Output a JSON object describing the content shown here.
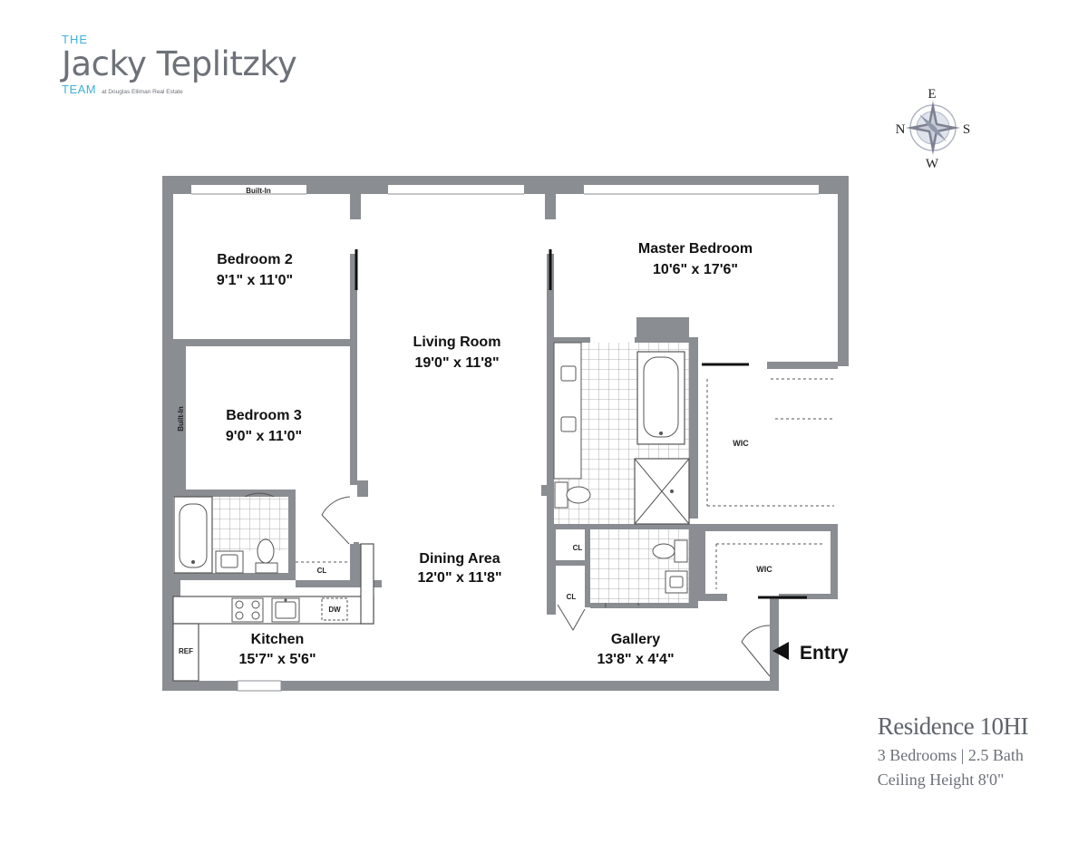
{
  "branding": {
    "the": "THE",
    "name": "Jacky Teplitzky",
    "team": "TEAM",
    "affiliation": "at Douglas Elliman Real Estate"
  },
  "compass": {
    "north": "N",
    "east": "E",
    "south": "S",
    "west": "W"
  },
  "rooms": {
    "bedroom2": {
      "name": "Bedroom 2",
      "size": "9'1\" x 11'0\""
    },
    "bedroom3": {
      "name": "Bedroom 3",
      "size": "9'0\" x 11'0\""
    },
    "master": {
      "name": "Master Bedroom",
      "size": "10'6\" x 17'6\""
    },
    "living": {
      "name": "Living Room",
      "size": "19'0\" x 11'8\""
    },
    "dining": {
      "name": "Dining Area",
      "size": "12'0\" x 11'8\""
    },
    "kitchen": {
      "name": "Kitchen",
      "size": "15'7\" x 5'6\""
    },
    "gallery": {
      "name": "Gallery",
      "size": "13'8\" x 4'4\""
    }
  },
  "small_labels": {
    "builtin_top": "Built-In",
    "builtin_side": "Built-In",
    "wic_upper": "WIC",
    "wic_lower": "WIC",
    "cl_bath": "CL",
    "cl_upper": "CL",
    "cl_lower": "CL",
    "dw": "DW",
    "ref": "REF"
  },
  "entry": "Entry",
  "residence": {
    "title": "Residence 10HI",
    "beds_baths": "3 Bedrooms | 2.5 Bath",
    "ceiling": "Ceiling Height 8'0\""
  },
  "colors": {
    "wall": "#8a8d91",
    "accent": "#3fb0d8",
    "text": "#111111",
    "fixture_line": "#555555",
    "compass_fill": "#9aa0b0"
  }
}
